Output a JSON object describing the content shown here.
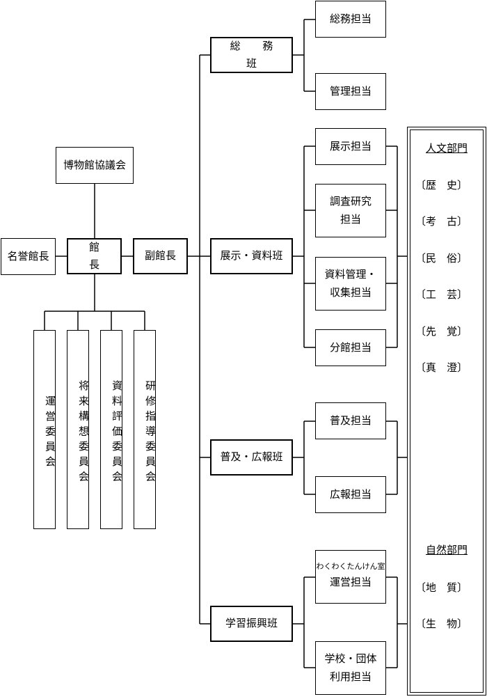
{
  "nodes": {
    "kyogikai": "博物館協議会",
    "meiyo": "名誉館長",
    "kancho": "館 長",
    "fuku": "副館長",
    "somu_han": "総 務 班",
    "tenji_han": "展示・資料班",
    "fukyu_han": "普及・広報班",
    "gakushu_han": "学習振興班",
    "somu_tanto": "総務担当",
    "kanri_tanto": "管理担当",
    "tenji_tanto": "展示担当",
    "chosa_1": "調査研究",
    "chosa_2": "担当",
    "shiryo_1": "資料管理・",
    "shiryo_2": "収集担当",
    "bunkan": "分館担当",
    "fukyu_tanto": "普及担当",
    "koho_tanto": "広報担当",
    "waku_small": "わくわくたんけん室",
    "waku_main": "運営担当",
    "gakko_1": "学校・団体",
    "gakko_2": "利用担当"
  },
  "committees": [
    "運営委員会",
    "将来構想委員会",
    "資料評価委員会",
    "研修指導委員会"
  ],
  "departments": {
    "jinbun": {
      "title": "人文部門",
      "items": [
        "〔歴　史〕",
        "〔考　古〕",
        "〔民　俗〕",
        "〔工　芸〕",
        "〔先　覚〕",
        "〔真　澄〕"
      ]
    },
    "shizen": {
      "title": "自然部門",
      "items": [
        "〔地　質〕",
        "〔生　物〕"
      ]
    }
  }
}
